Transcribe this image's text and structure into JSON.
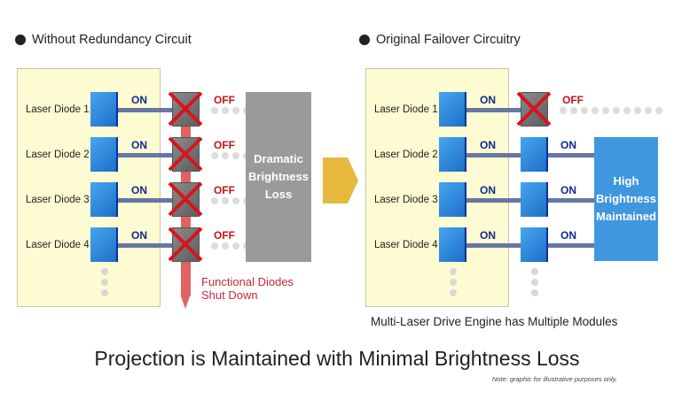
{
  "left": {
    "heading": "Without Redundancy Circuit",
    "diodes": [
      "Laser Diode 1",
      "Laser Diode 2",
      "Laser Diode 3",
      "Laser Diode 4"
    ],
    "on_label": "ON",
    "off_label": "OFF",
    "output_line1": "Dramatic",
    "output_line2": "Brightness",
    "output_line3": "Loss",
    "shutdown_line1": "Functional Diodes",
    "shutdown_line2": "Shut Down"
  },
  "right": {
    "heading": "Original Failover Circuitry",
    "diodes": [
      "Laser Diode 1",
      "Laser Diode 2",
      "Laser Diode 3",
      "Laser Diode 4"
    ],
    "on_label": "ON",
    "off_label": "OFF",
    "output_line1": "High",
    "output_line2": "Brightness",
    "output_line3": "Maintained",
    "caption": "Multi-Laser Drive Engine has Multiple Modules"
  },
  "title": "Projection is Maintained with Minimal Brightness Loss",
  "note": "Note: graphic for illustrative purposes only.",
  "colors": {
    "panel": "#fdfbd2",
    "diode_blue": "#2f86dc",
    "off_red": "#c8141c",
    "on_navy": "#0e2b8e",
    "arrow_gold": "#e6b83e",
    "output_gray": "#9a9a9a",
    "output_blue": "#3f97e0"
  }
}
